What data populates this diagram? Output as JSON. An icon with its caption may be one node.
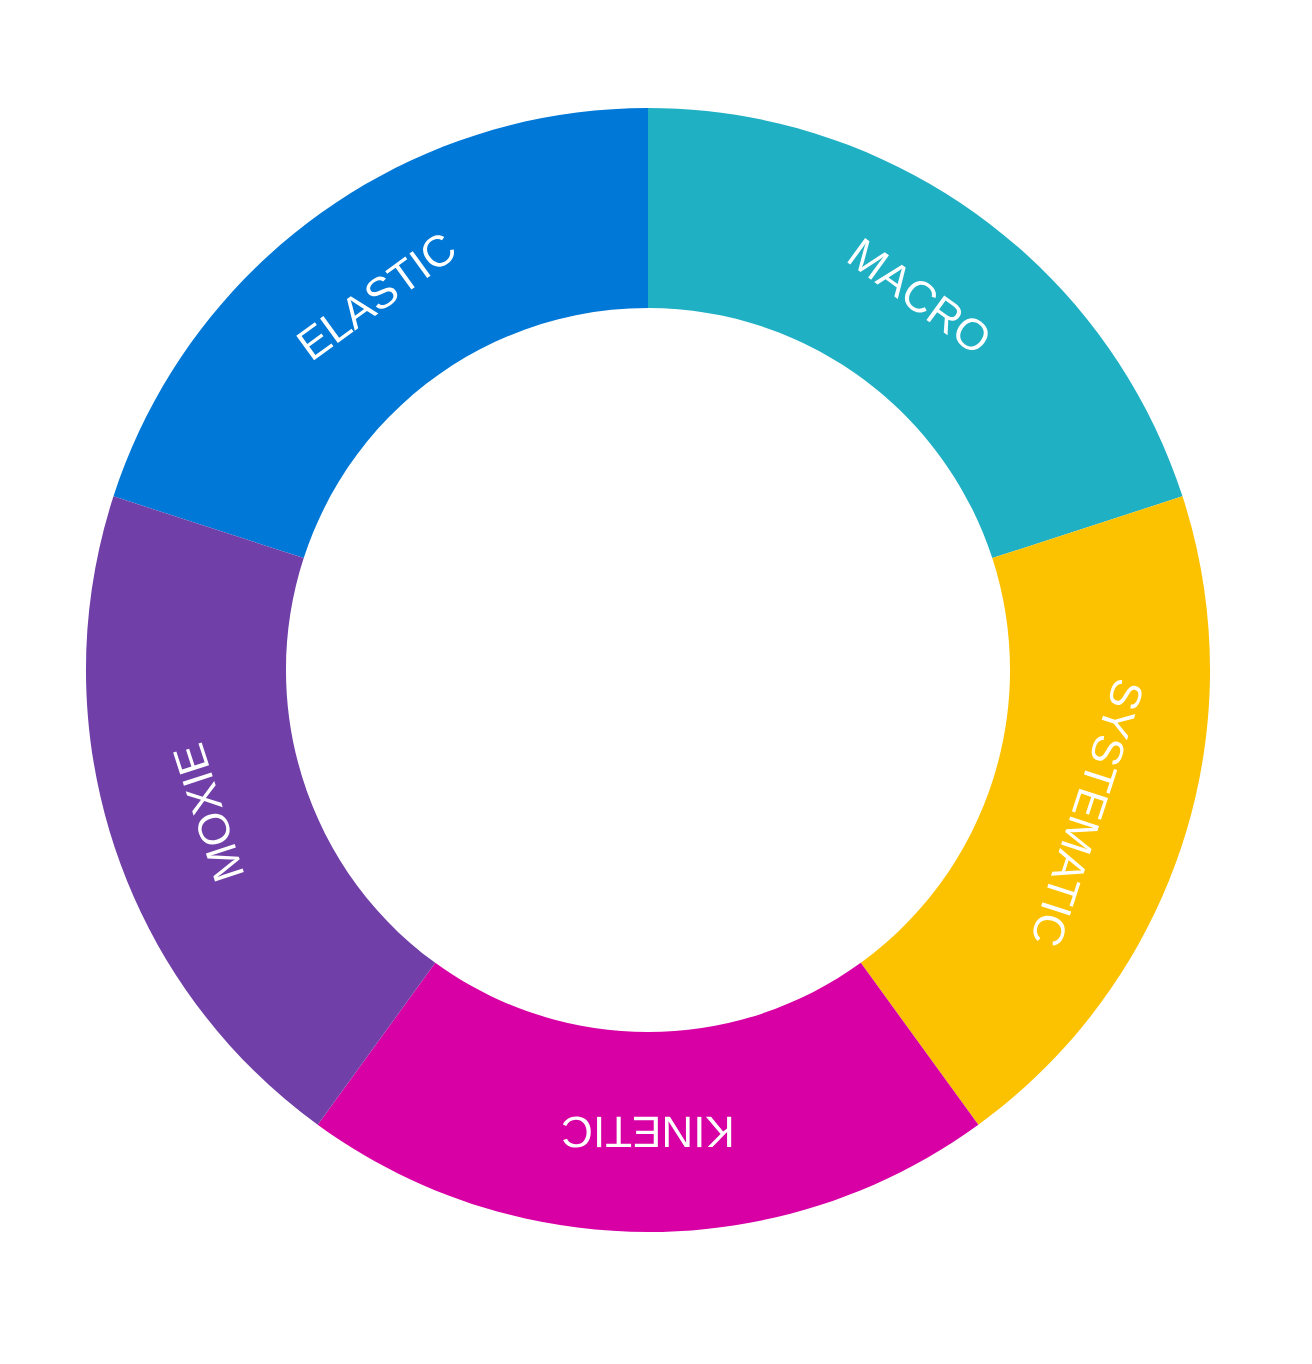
{
  "diagram": {
    "nodes": [
      {
        "text": [
          "ELASTIC"
        ]
      },
      {
        "text": [
          "MACRO"
        ]
      },
      {
        "text": [
          "SYSTEMATIC"
        ]
      },
      {
        "text": [
          "KINETIC"
        ]
      },
      {
        "text": [
          "MOXIE"
        ]
      }
    ]
  }
}
